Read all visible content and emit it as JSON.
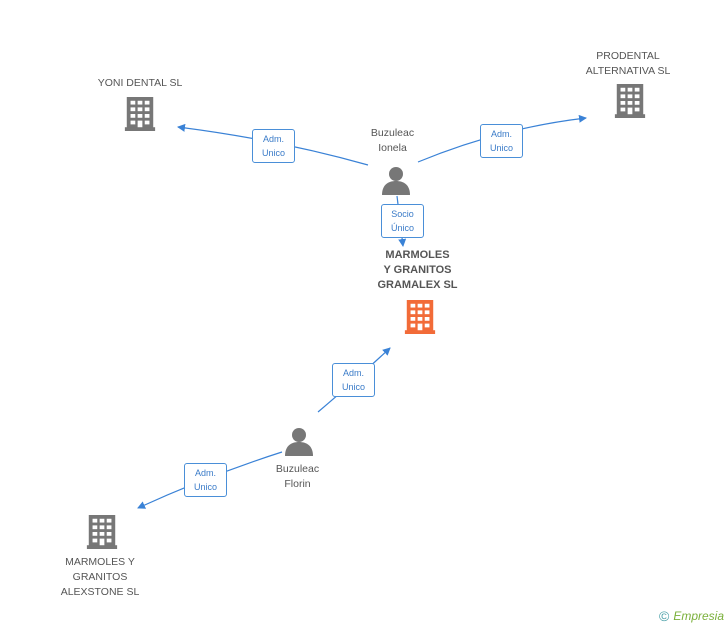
{
  "nodes": {
    "yoni": {
      "label": "YONI DENTAL SL",
      "color": "#777777"
    },
    "prodental": {
      "label": "PRODENTAL\nALTERNATIVA SL",
      "color": "#777777"
    },
    "ionela": {
      "label": "Buzuleac\nIonela",
      "color": "#777777"
    },
    "main": {
      "label": "MARMOLES\nY GRANITOS\nGRAMALEX SL",
      "color": "#f26b38"
    },
    "florin": {
      "label": "Buzuleac\nFlorin",
      "color": "#777777"
    },
    "alexstone": {
      "label": "MARMOLES Y\nGRANITOS\nALEXSTONE SL",
      "color": "#777777"
    }
  },
  "edges": {
    "ionela_yoni": "Adm.\nUnico",
    "ionela_prodental": "Adm.\nUnico",
    "ionela_main": "Socio\nÚnico",
    "florin_main": "Adm.\nUnico",
    "florin_alexstone": "Adm.\nUnico"
  },
  "colors": {
    "edge": "#3a82d6"
  },
  "footer": {
    "copyright": "©",
    "brand": "Empresia"
  }
}
